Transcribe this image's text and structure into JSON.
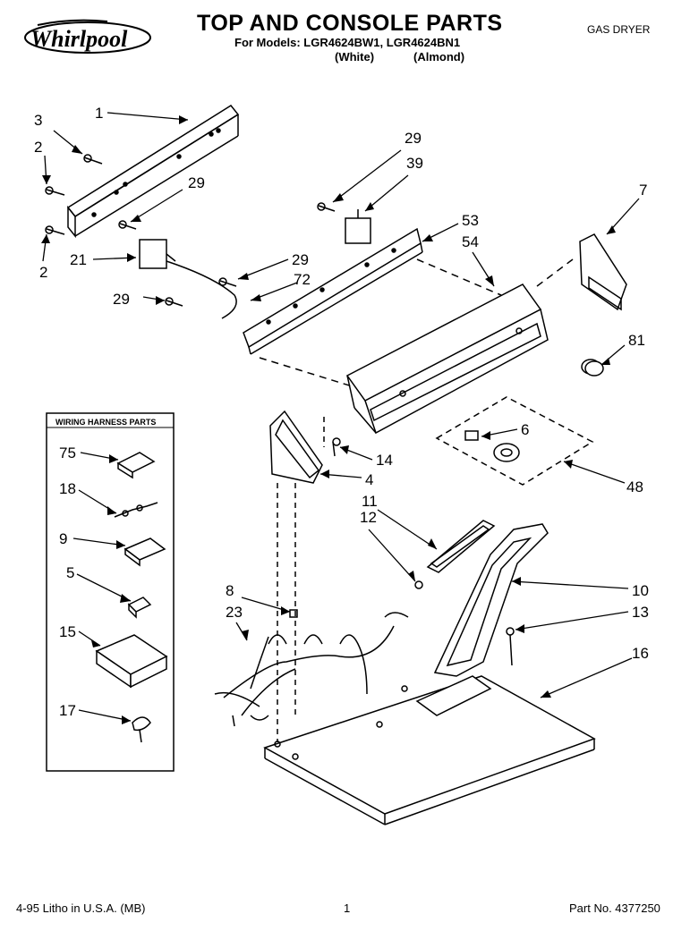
{
  "header": {
    "brand": "Whirlpool",
    "title": "TOP AND CONSOLE PARTS",
    "models_line": "For Models: LGR4624BW1, LGR4624BN1",
    "color_white": "(White)",
    "color_almond": "(Almond)",
    "appliance": "GAS DRYER"
  },
  "harness_box": {
    "title": "WIRING HARNESS PARTS"
  },
  "part_labels": {
    "p1": "1",
    "p3": "3",
    "p2a": "2",
    "p2b": "2",
    "p29a": "29",
    "p21": "21",
    "p29b": "29",
    "p29c": "29",
    "p29d": "29",
    "p72": "72",
    "p39": "39",
    "p53": "53",
    "p54": "54",
    "p7": "7",
    "p81": "81",
    "p6": "6",
    "p48": "48",
    "p14": "14",
    "p4": "4",
    "p11": "11",
    "p12": "12",
    "p10": "10",
    "p13": "13",
    "p16": "16",
    "p8": "8",
    "p23": "23",
    "p75": "75",
    "p18": "18",
    "p9": "9",
    "p5": "5",
    "p15": "15",
    "p17": "17"
  },
  "footer": {
    "date_litho": "4-95  Litho in U.S.A. (MB)",
    "page": "1",
    "part_no": "Part No. 4377250"
  }
}
